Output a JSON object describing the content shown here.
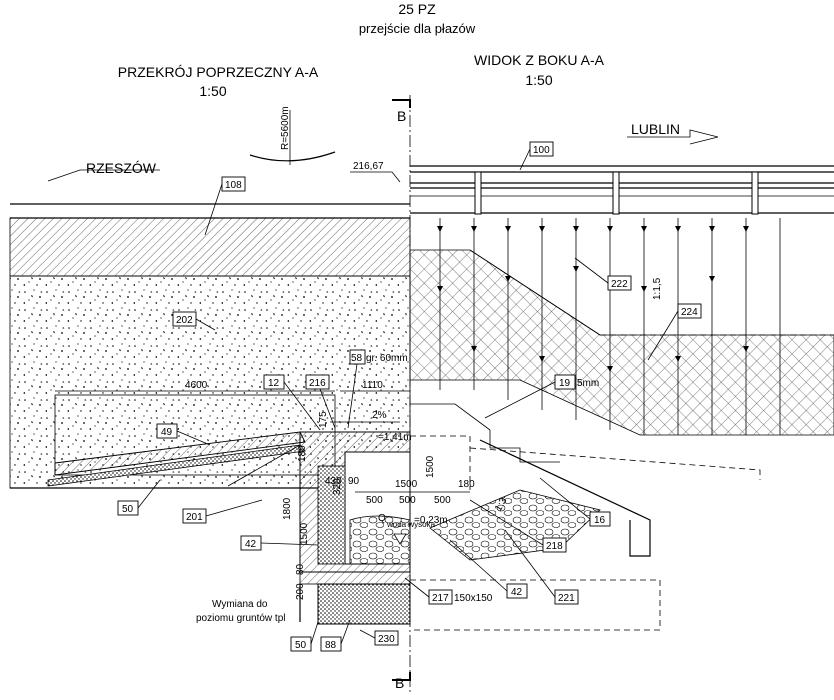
{
  "header": {
    "title": "25 PZ",
    "subtitle": "przejście dla płazów"
  },
  "left_view": {
    "title": "PRZEKRÓJ POPRZECZNY A-A",
    "scale": "1:50",
    "direction": "RZESZÓW"
  },
  "right_view": {
    "title": "WIDOK Z BOKU A-A",
    "scale": "1:50",
    "direction": "LUBLIN"
  },
  "section_marks": {
    "top": "B",
    "bottom": "B"
  },
  "radius_label": "R=5600m",
  "slope_label": "1:1,5",
  "slope_small": "1:3",
  "grade_label": "2%",
  "water_label": "Q",
  "water_level": "woda wysoka",
  "water_value": "=0,23m",
  "levels": {
    "top_level": "216,67",
    "bottom_level": "=1,41m"
  },
  "notes": {
    "soil": "gr. 60mm",
    "soil_19": "5mm",
    "replacement_1": "Wymiana do",
    "replacement_2": "poziomu gruntów tpl",
    "culvert": "150x150"
  },
  "tags": {
    "t108": "108",
    "t202": "202",
    "t49": "49",
    "t50a": "50",
    "t201": "201",
    "t42a": "42",
    "t50b": "50",
    "t88": "88",
    "t230": "230",
    "t217": "217",
    "t12": "12",
    "t216": "216",
    "t58": "58",
    "t100": "100",
    "t222": "222",
    "t224": "224",
    "t19": "19",
    "t16": "16",
    "t218": "218",
    "t42b": "42",
    "t221": "221"
  },
  "dimensions": {
    "d4600": "4600",
    "d1110": "1110",
    "d175": "175",
    "d430": "430",
    "d90": "90",
    "d320": "320",
    "d180a": "180",
    "d1500a": "1500",
    "d1500b": "1500",
    "d1500c": "1500",
    "d180b": "180",
    "d500a": "500",
    "d500b": "500",
    "d500c": "500",
    "d1800": "1800",
    "d200": "200",
    "d80": "80"
  }
}
